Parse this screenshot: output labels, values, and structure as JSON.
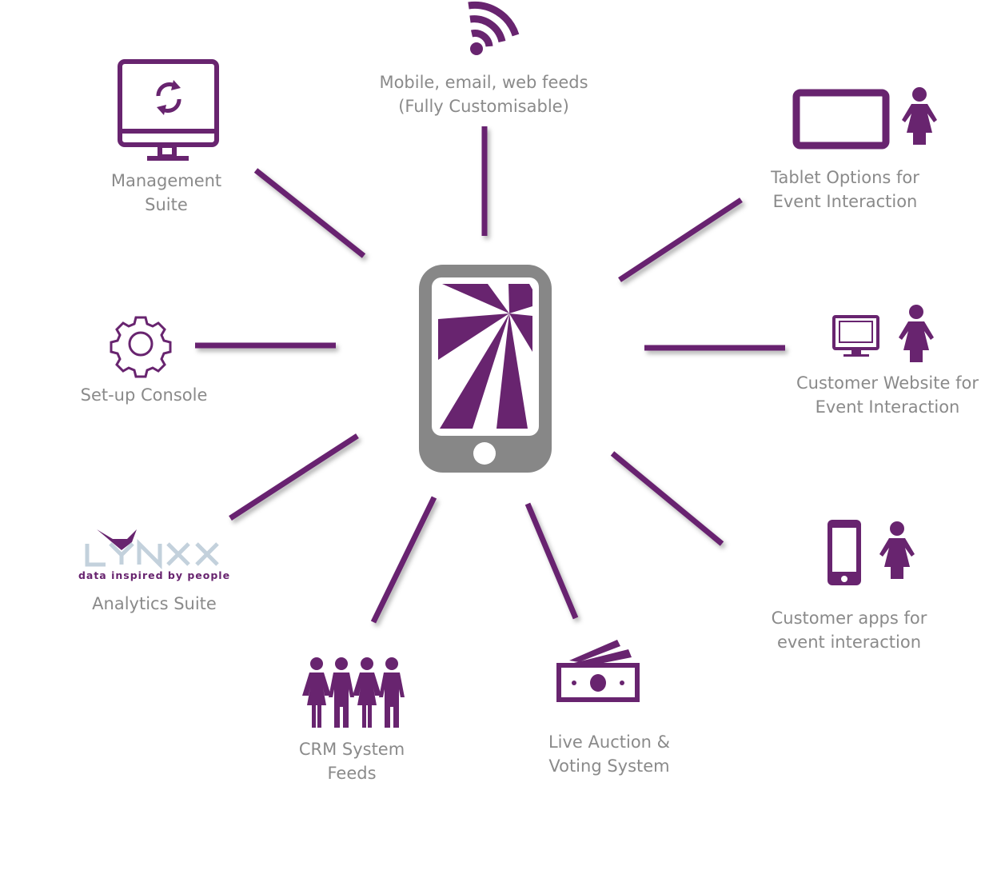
{
  "colors": {
    "accent": "#68246f",
    "phone": "#878787",
    "text": "#8a8a8a",
    "logo_light": "#c3d1dc"
  },
  "nodes": [
    {
      "id": "mobile-feeds",
      "icon": "wifi-icon",
      "lines": [
        "Mobile, email, web feeds",
        "(Fully Customisable)"
      ]
    },
    {
      "id": "management-suite",
      "icon": "monitor-refresh-icon",
      "lines": [
        "Management",
        "Suite"
      ]
    },
    {
      "id": "tablet-options",
      "icon": "tablet-person-icon",
      "lines": [
        "Tablet Options for",
        "Event Interaction"
      ]
    },
    {
      "id": "setup-console",
      "icon": "gear-icon",
      "lines": [
        "Set-up Console"
      ]
    },
    {
      "id": "customer-website",
      "icon": "desktop-person-icon",
      "lines": [
        "Customer Website for",
        "Event Interaction"
      ]
    },
    {
      "id": "analytics-suite",
      "icon": "lynxx-logo",
      "lines": [
        "Analytics Suite"
      ]
    },
    {
      "id": "customer-apps",
      "icon": "phone-person-icon",
      "lines": [
        "Customer apps for",
        "event interaction"
      ]
    },
    {
      "id": "crm-feeds",
      "icon": "people-group-icon",
      "lines": [
        "CRM System",
        "Feeds"
      ]
    },
    {
      "id": "live-auction",
      "icon": "cash-icon",
      "lines": [
        "Live Auction &",
        "Voting System"
      ]
    }
  ],
  "logo": {
    "name": "LYNXX",
    "tagline": "data inspired by people"
  }
}
